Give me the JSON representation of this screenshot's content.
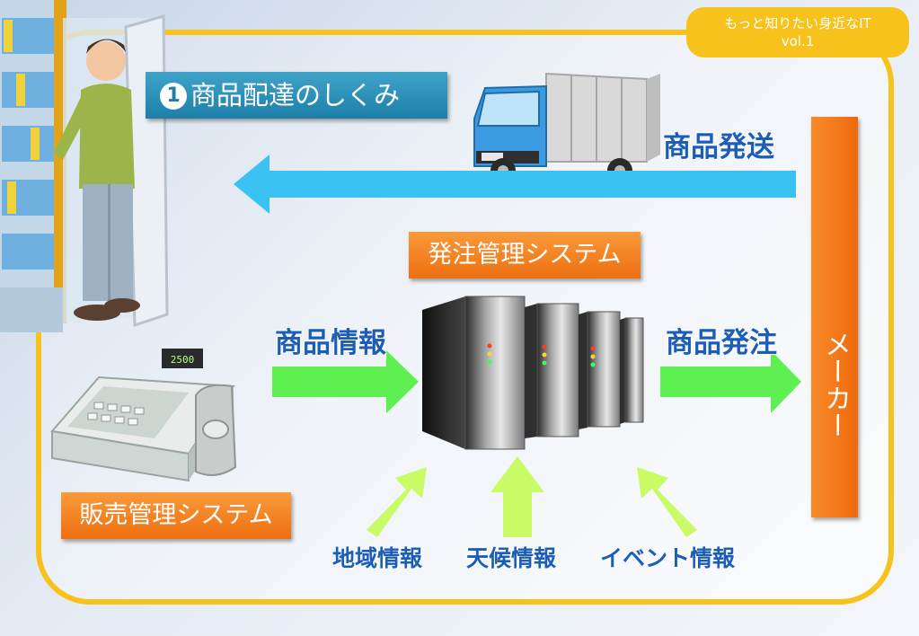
{
  "series_badge": {
    "line1": "もっと知りたい身近なIT",
    "line2": "vol.1"
  },
  "title": {
    "number": "1",
    "text": "商品配達のしくみ"
  },
  "boxes": {
    "order_system": "発注管理システム",
    "sales_system": "販売管理システム",
    "maker": "メーカー"
  },
  "labels": {
    "product_shipping": "商品発送",
    "product_info": "商品情報",
    "product_order": "商品発注",
    "regional_info": "地域情報",
    "weather_info": "天候情報",
    "event_info": "イベント情報"
  },
  "register_display": "2500",
  "colors": {
    "frame": "#f6c21b",
    "title_box": "#1d7fa8",
    "orange_box": "#ee6f10",
    "arrow_blue": "#3ac3f2",
    "arrow_green": "#5ef050",
    "arrow_lime": "#c8fb66",
    "label_text": "#1c5db8"
  }
}
